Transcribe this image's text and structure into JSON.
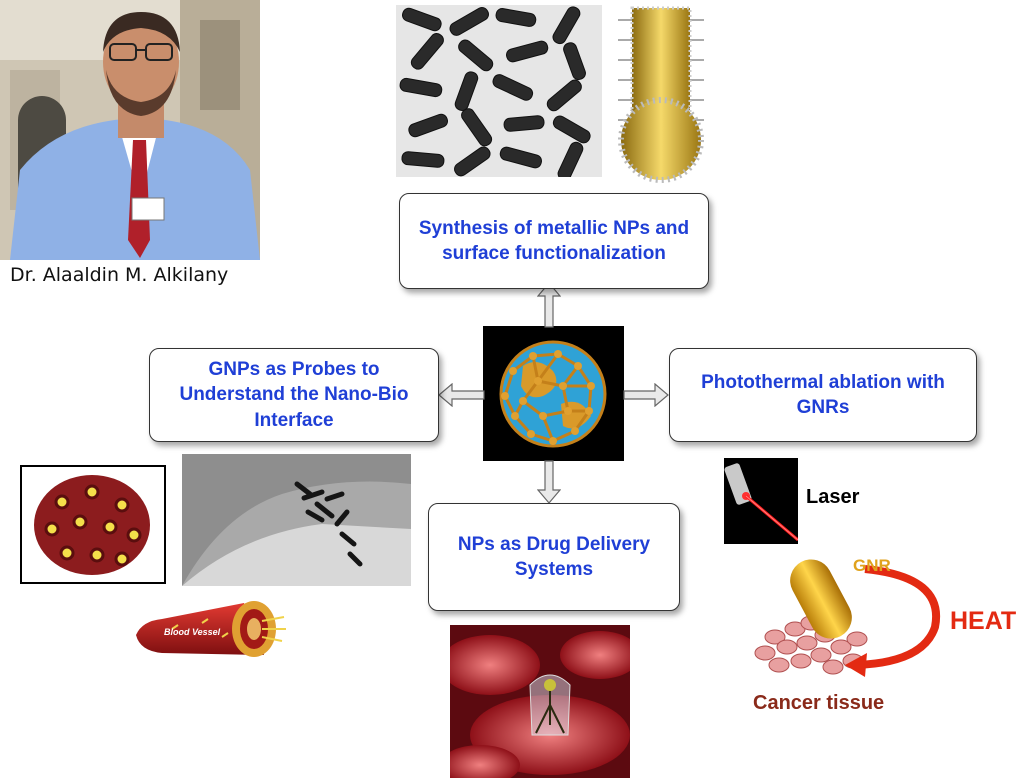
{
  "person": {
    "caption": "Dr. Alaaldin M. Alkilany"
  },
  "boxes": {
    "synthesis": "Synthesis of metallic NPs and surface functionalization",
    "probes": "GNPs as Probes to Understand the Nano-Bio Interface",
    "photothermal": "Photothermal ablation with GNRs",
    "drug": "NPs as Drug Delivery Systems"
  },
  "labels": {
    "laser": "Laser",
    "gnr": "GNR",
    "heat": "HEAT",
    "cancer": "Cancer tissue",
    "vessel": "Blood Vessel"
  },
  "colors": {
    "box_text": "#1f3fd6",
    "heat": "#e32a12",
    "gnr": "#e0a21c",
    "cancer": "#8a2a1a"
  }
}
